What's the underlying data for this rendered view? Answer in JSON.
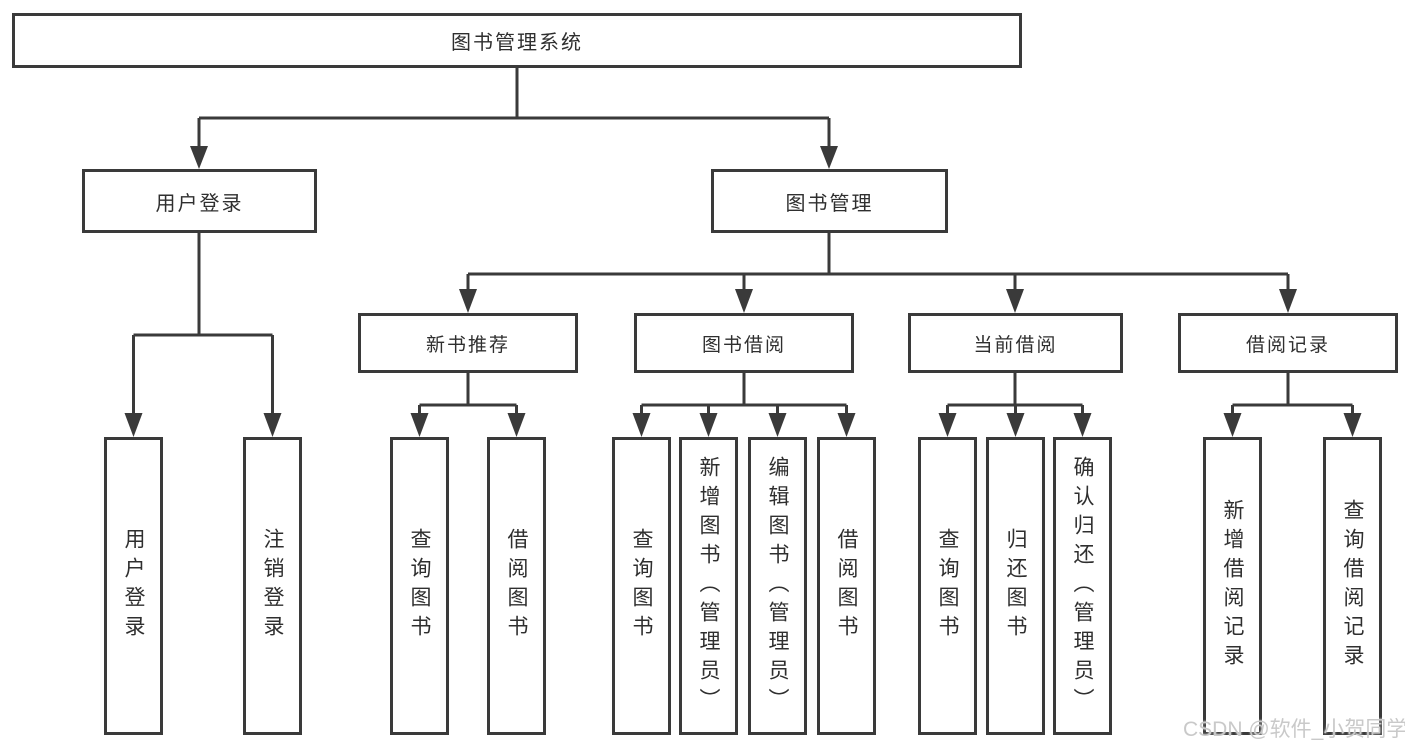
{
  "diagram": {
    "title": "图书管理系统",
    "level1": {
      "user_login": "用户登录",
      "book_management": "图书管理"
    },
    "level2": {
      "new_book_recommend": "新书推荐",
      "book_borrow": "图书借阅",
      "current_borrow": "当前借阅",
      "borrow_record": "借阅记录"
    },
    "leaves": {
      "user_login": [
        "用户登录",
        "注销登录"
      ],
      "new_book_recommend": [
        "查询图书",
        "借阅图书"
      ],
      "book_borrow": [
        "查询图书",
        "新增图书（管理员）",
        "编辑图书（管理员）",
        "借阅图书"
      ],
      "current_borrow": [
        "查询图书",
        "归还图书",
        "确认归还（管理员）"
      ],
      "borrow_record": [
        "新增借阅记录",
        "查询借阅记录"
      ]
    }
  },
  "watermark": {
    "text": "CSDN @软件_小贺同学",
    "color": "#c9c9c9"
  },
  "colors": {
    "line": "#3a3a3a",
    "box_border": "#3a3a3a",
    "text": "#2f2f2f",
    "background": "#ffffff"
  }
}
